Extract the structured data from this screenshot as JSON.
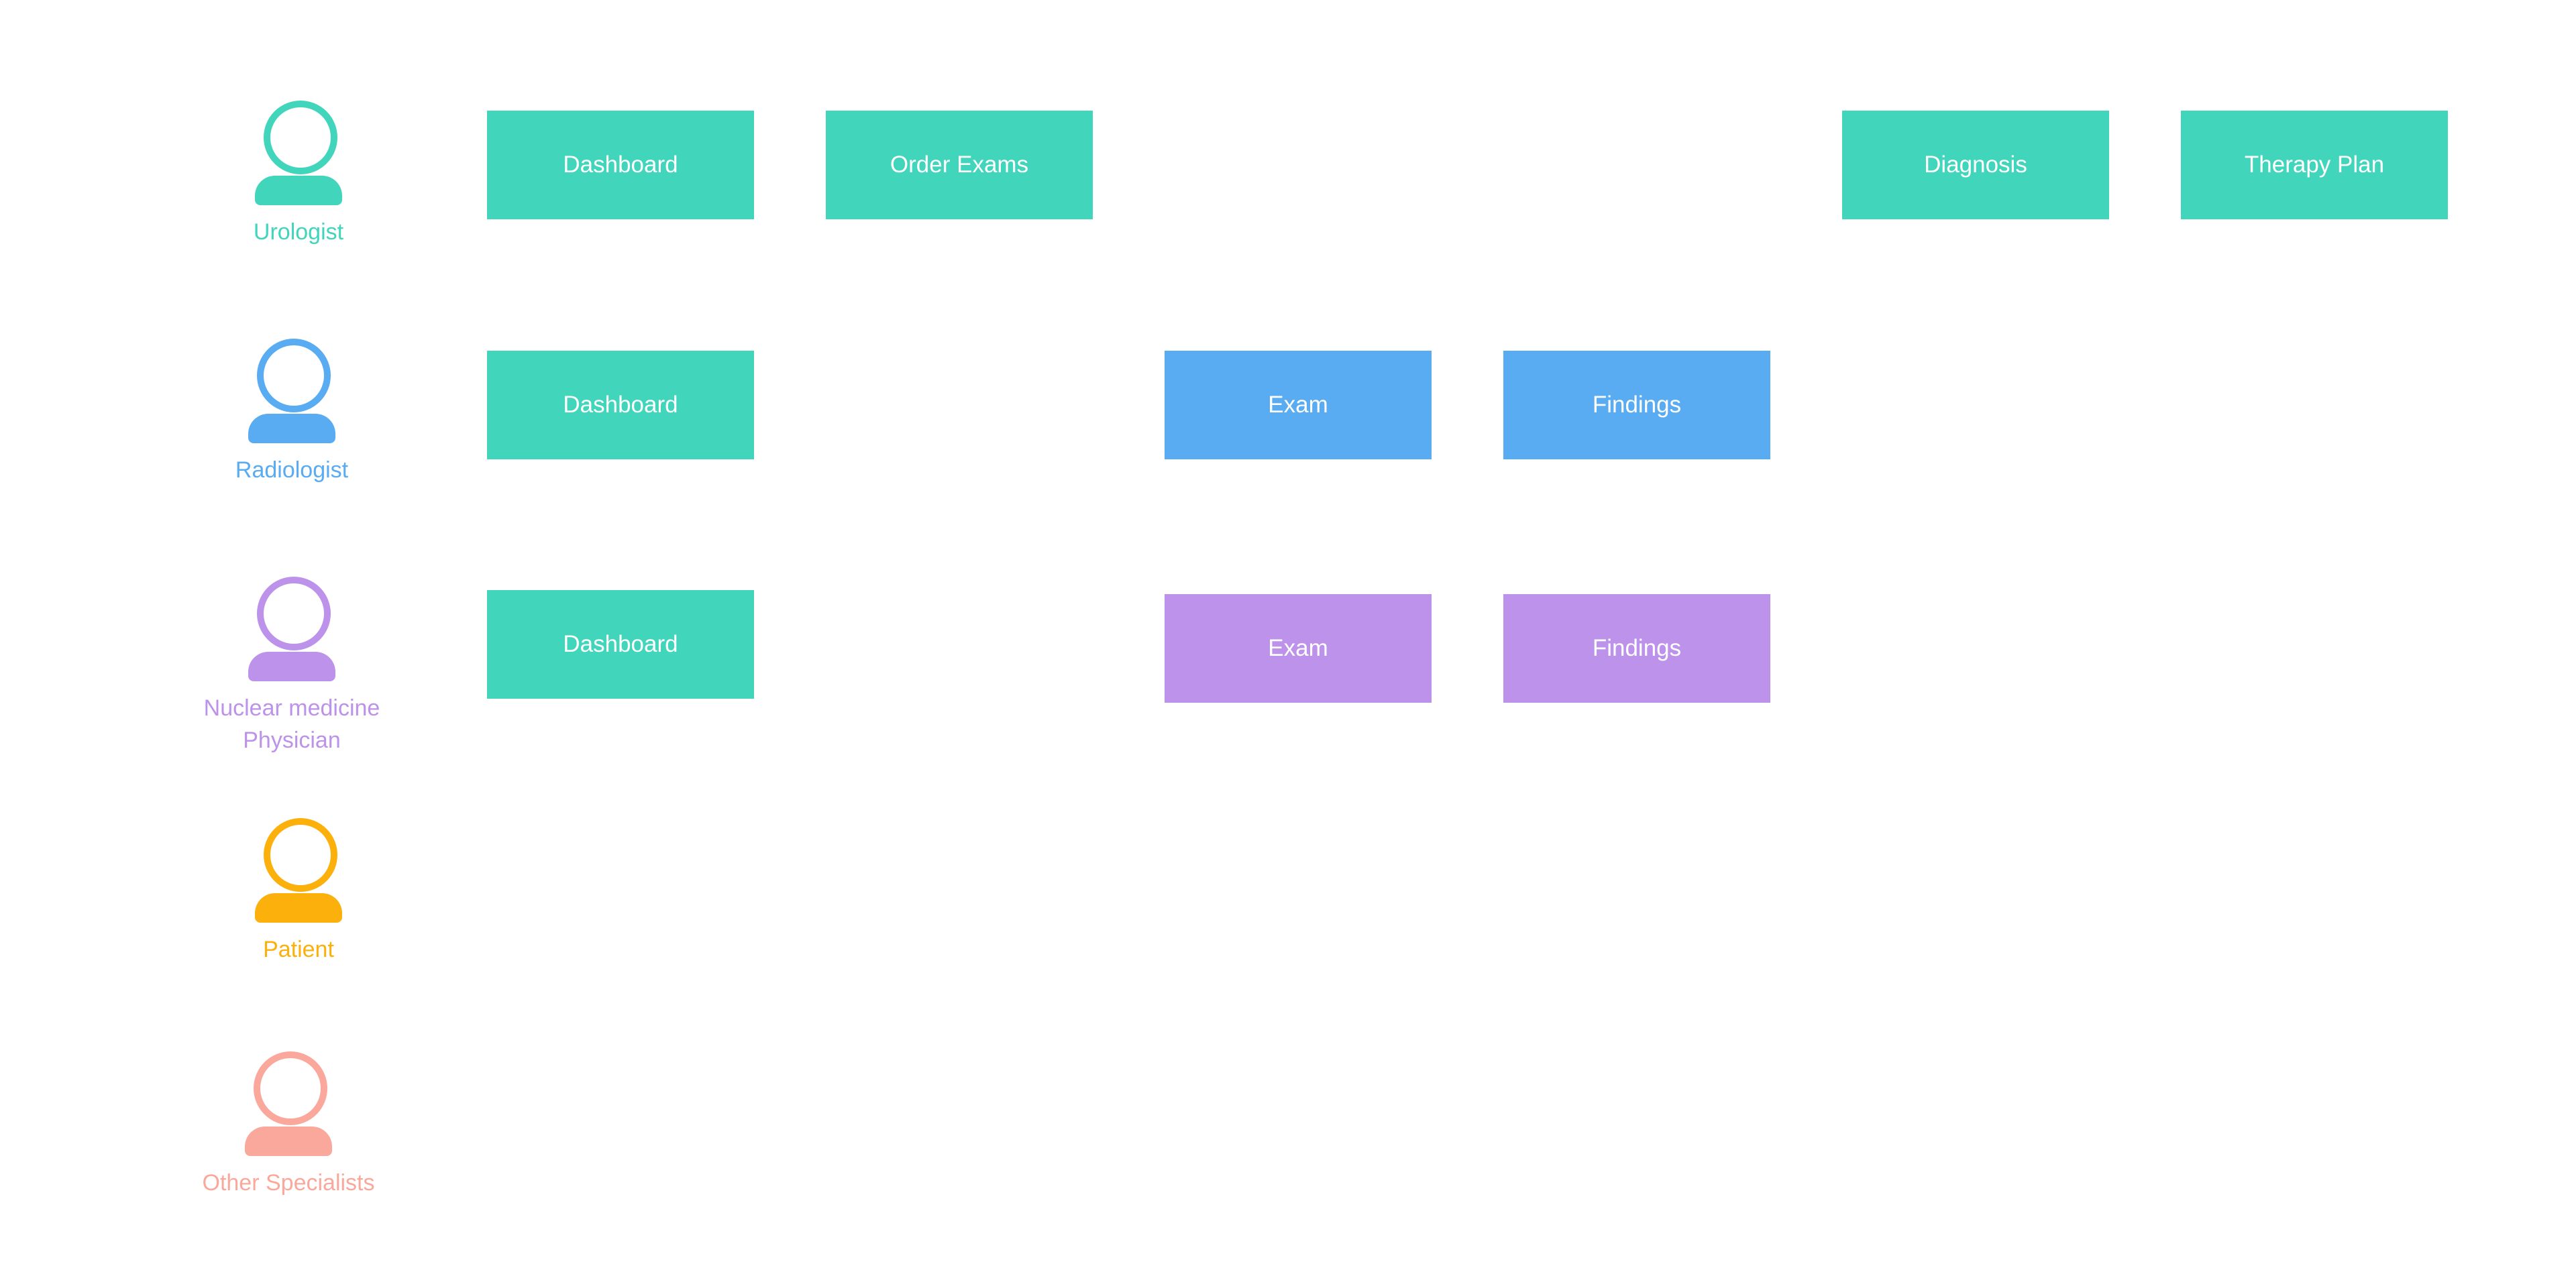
{
  "colors": {
    "teal": "#41d5bb",
    "blue": "#59abf2",
    "purple": "#bd92ea",
    "orange": "#fcb00c",
    "salmon": "#fba89c",
    "text_on_box": "#ffffff",
    "background": "#ffffff"
  },
  "roles": [
    {
      "label": "Urologist",
      "color": "#41d5bb",
      "icon": "person-icon"
    },
    {
      "label": "Radiologist",
      "color": "#59abf2",
      "icon": "person-icon"
    },
    {
      "label": "Nuclear medicine\nPhysician",
      "color": "#bd92ea",
      "icon": "person-icon"
    },
    {
      "label": "Patient",
      "color": "#fcb00c",
      "icon": "person-icon"
    },
    {
      "label": "Other Specialists",
      "color": "#fba89c",
      "icon": "person-icon"
    }
  ],
  "urologist": {
    "dashboard": "Dashboard",
    "order_exams": "Order Exams",
    "diagnosis": "Diagnosis",
    "therapy_plan": "Therapy Plan"
  },
  "radiologist": {
    "dashboard": "Dashboard",
    "exam": "Exam",
    "findings": "Findings"
  },
  "nuclear": {
    "dashboard": "Dashboard",
    "exam": "Exam",
    "findings": "Findings"
  }
}
